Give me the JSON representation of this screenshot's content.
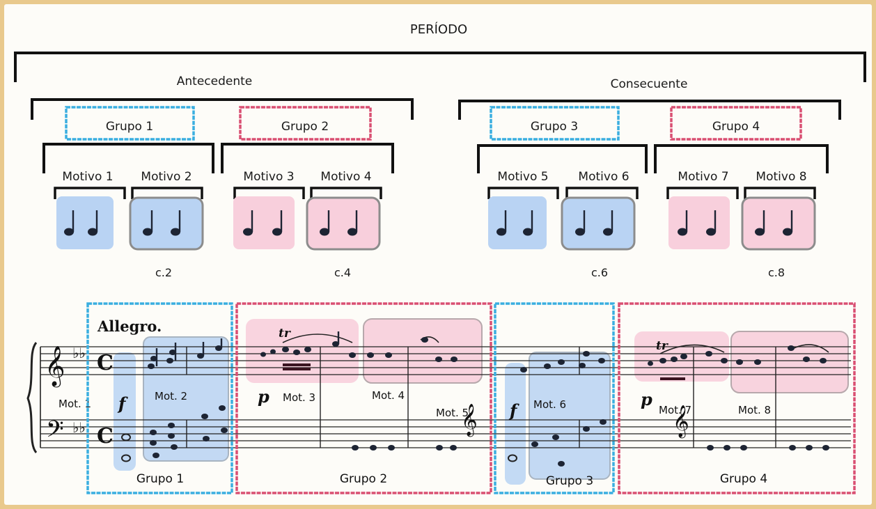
{
  "title": "PERÍODO",
  "sections": [
    {
      "label": "Antecedente"
    },
    {
      "label": "Consecuente"
    }
  ],
  "groups": [
    {
      "label": "Grupo 1",
      "color": "#3aaee0"
    },
    {
      "label": "Grupo 2",
      "color": "#d94f72"
    },
    {
      "label": "Grupo 3",
      "color": "#3aaee0"
    },
    {
      "label": "Grupo 4",
      "color": "#d94f72"
    }
  ],
  "motifs": [
    {
      "label": "Motivo 1"
    },
    {
      "label": "Motivo 2"
    },
    {
      "label": "Motivo 3"
    },
    {
      "label": "Motivo 4"
    },
    {
      "label": "Motivo 5"
    },
    {
      "label": "Motivo 6"
    },
    {
      "label": "Motivo 7"
    },
    {
      "label": "Motivo 8"
    }
  ],
  "measures": [
    "c.2",
    "c.4",
    "c.6",
    "c.8"
  ],
  "colors": {
    "blue_fill": "#b9d3f3",
    "pink_fill": "#f8cfdc",
    "blue_border": "#3aaee0",
    "pink_border": "#d94f72",
    "box_border": "#8c8c8c"
  },
  "score": {
    "tempo": "Allegro.",
    "dynamics": [
      "f",
      "p",
      "f",
      "p"
    ],
    "trill": "tr",
    "group_labels": [
      "Grupo 1",
      "Grupo 2",
      "Grupo 3",
      "Grupo 4"
    ],
    "motif_labels": [
      "Mot. 1",
      "Mot. 2",
      "Mot. 3",
      "Mot. 4",
      "Mot. 5",
      "Mot. 6",
      "Mot. 7",
      "Mot. 8"
    ]
  }
}
